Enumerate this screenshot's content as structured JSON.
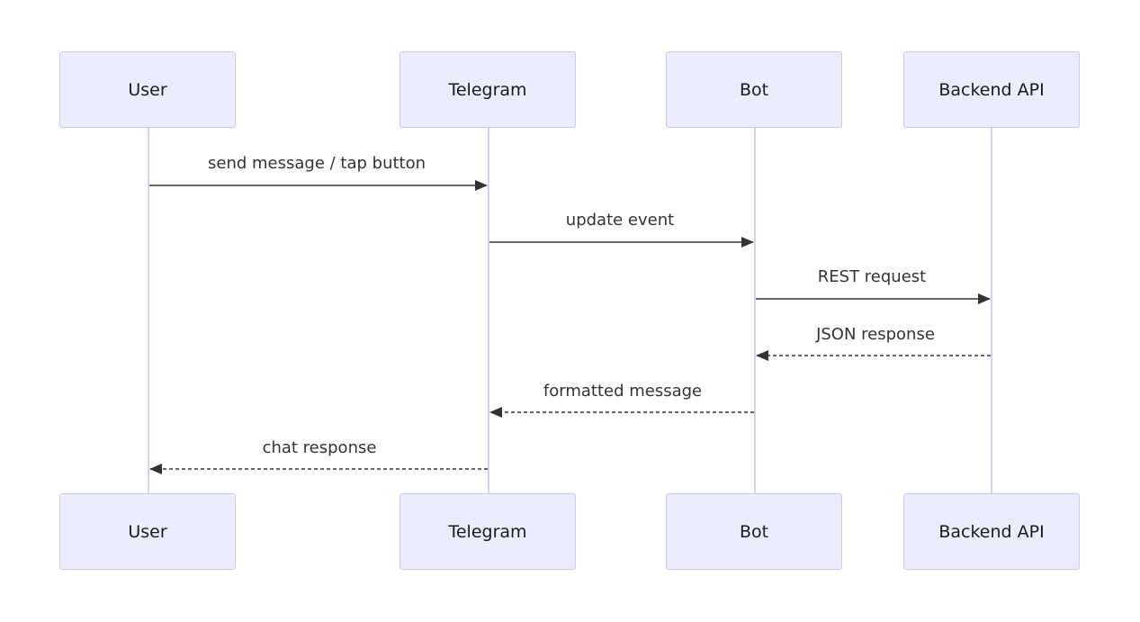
{
  "participants": [
    {
      "id": "user",
      "label": "User"
    },
    {
      "id": "telegram",
      "label": "Telegram"
    },
    {
      "id": "bot",
      "label": "Bot"
    },
    {
      "id": "backend",
      "label": "Backend API"
    }
  ],
  "messages": [
    {
      "from": "user",
      "to": "telegram",
      "label": "send message / tap button",
      "style": "solid"
    },
    {
      "from": "telegram",
      "to": "bot",
      "label": "update event",
      "style": "solid"
    },
    {
      "from": "bot",
      "to": "backend",
      "label": "REST request",
      "style": "solid"
    },
    {
      "from": "backend",
      "to": "bot",
      "label": "JSON response",
      "style": "dashed"
    },
    {
      "from": "bot",
      "to": "telegram",
      "label": "formatted message",
      "style": "dashed"
    },
    {
      "from": "telegram",
      "to": "user",
      "label": "chat response",
      "style": "dashed"
    }
  ],
  "colors": {
    "actor_fill": "#ececff",
    "actor_border": "#cfc8f0",
    "lifeline": "#d8d0ee",
    "arrow": "#333333"
  }
}
